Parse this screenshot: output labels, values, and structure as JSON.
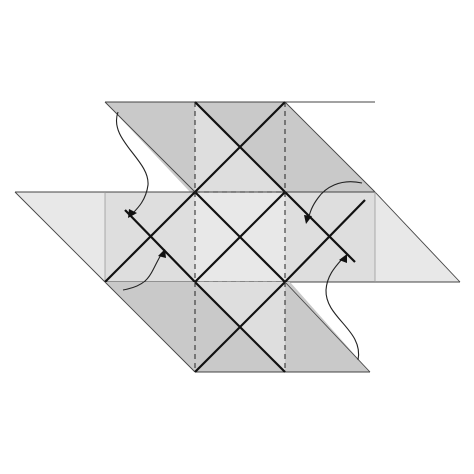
{
  "diagram": {
    "subject": "origami-crease-pattern",
    "colors": {
      "background": "#ffffff",
      "dark_flap": "#c9c9c9",
      "mid_flap": "#dedede",
      "light_face": "#e8e8e8",
      "lines": "#111111"
    },
    "arrows": [
      {
        "name": "fold-arrow-top-left"
      },
      {
        "name": "fold-arrow-top-right"
      },
      {
        "name": "fold-arrow-bottom-left"
      },
      {
        "name": "fold-arrow-bottom-right"
      }
    ]
  }
}
